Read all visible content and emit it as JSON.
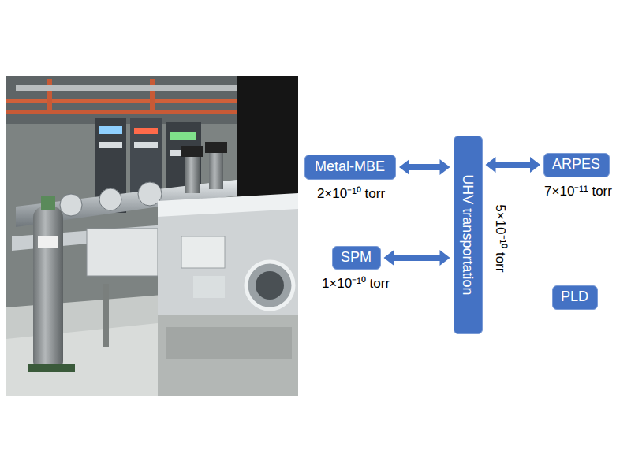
{
  "diagram": {
    "nodes": [
      {
        "text": [
          "Metal-MBE"
        ]
      },
      {
        "text": [
          "UHV transportation"
        ]
      },
      {
        "text": [
          "ARPES"
        ]
      },
      {
        "text": [
          "SPM"
        ]
      },
      {
        "text": [
          "PLD"
        ]
      }
    ],
    "edges": [
      {
        "from": 0,
        "to": 1,
        "arrow": "both"
      },
      {
        "from": 1,
        "to": 2,
        "arrow": "both"
      },
      {
        "from": 3,
        "to": 1,
        "arrow": "both"
      }
    ],
    "labels": [
      "2×10⁻¹⁰ torr",
      "7×10⁻¹¹ torr",
      "1×10⁻¹⁰ torr",
      "5×10⁻¹⁰ torr"
    ]
  }
}
